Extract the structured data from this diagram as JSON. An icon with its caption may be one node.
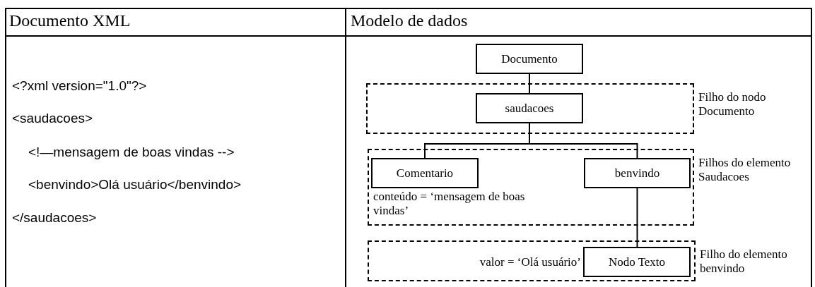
{
  "diagram": {
    "nodes": [
      {
        "text": [
          "Documento"
        ]
      },
      {
        "text": [
          "Filho do nodo Documento"
        ]
      },
      {
        "text": [
          "saudacoes"
        ],
        "in": 1
      },
      {
        "text": [
          "Filhos do elemento Saudacoes"
        ]
      },
      {
        "text": [
          "Comentario"
        ],
        "in": 3,
        "beside": [
          "conteúdo = ‘mensagem de boas vindas’"
        ]
      },
      {
        "text": [
          "benvindo"
        ],
        "in": 3
      },
      {
        "text": [
          "Filho do elemento benvindo"
        ]
      },
      {
        "text": [
          "Nodo Texto"
        ],
        "in": 6,
        "beside": [
          "valor = ‘Olá usuário’"
        ]
      }
    ],
    "edges": [
      {
        "from": 0,
        "to": 2,
        "arrow": "none"
      },
      {
        "from": 2,
        "to": 4,
        "arrow": "none"
      },
      {
        "from": 2,
        "to": 5,
        "arrow": "none"
      },
      {
        "from": 5,
        "to": 7,
        "arrow": "none"
      }
    ],
    "labels": [
      "Documento XML",
      "Modelo de dados",
      "<?xml version=\"1.0\"?>",
      "<saudacoes>",
      "<!—mensagem de boas vindas -->",
      "<benvindo>Olá usuário</benvindo>",
      "</saudacoes>"
    ]
  }
}
